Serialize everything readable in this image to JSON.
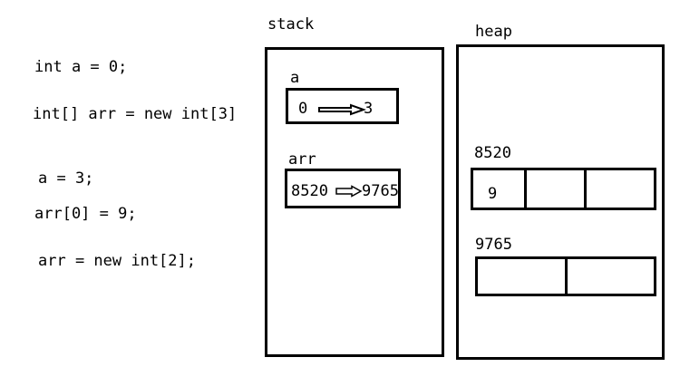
{
  "code": {
    "lines": [
      "int a = 0;",
      "int[] arr = new int[3]",
      "a = 3;",
      "arr[0] = 9;",
      "arr = new int[2];"
    ]
  },
  "stack": {
    "title": "stack",
    "var_a": {
      "name": "a",
      "old_value": "0",
      "new_value": "3"
    },
    "var_arr": {
      "name": "arr",
      "old_value": "8520",
      "new_value": "9765"
    }
  },
  "heap": {
    "title": "heap",
    "array1": {
      "address": "8520",
      "cells": [
        "9",
        "",
        ""
      ]
    },
    "array2": {
      "address": "9765",
      "cells": [
        "",
        ""
      ]
    }
  }
}
